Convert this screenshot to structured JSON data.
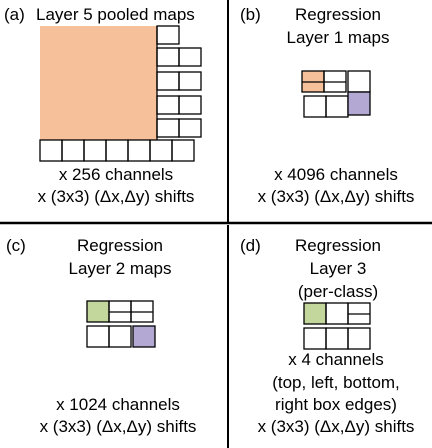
{
  "colors": {
    "orange": "#f5c09a",
    "green": "#c3d69b",
    "purple": "#b3a8d4",
    "line": "#000000",
    "background": "#ffffff"
  },
  "panels": {
    "a": {
      "label": "(a)",
      "title": "Layer 5 pooled maps",
      "caption_line1": "x 256 channels",
      "caption_line2": "x (3x3) (Δx,Δy) shifts"
    },
    "b": {
      "label": "(b)",
      "title_line1": "Regression",
      "title_line2": "Layer 1 maps",
      "caption_line1": "x 4096 channels",
      "caption_line2": "x (3x3) (Δx,Δy) shifts"
    },
    "c": {
      "label": "(c)",
      "title_line1": "Regression",
      "title_line2": "Layer 2 maps",
      "caption_line1": "x 1024 channels",
      "caption_line2": "x (3x3) (Δx,Δy) shifts"
    },
    "d": {
      "label": "(d)",
      "title_line1": "Regression",
      "title_line2": "Layer 3",
      "title_line3": "(per-class)",
      "caption_line1": "x 4 channels",
      "caption_line2": "(top, left, bottom,",
      "caption_line3": "right box edges)",
      "caption_line4": "x (3x3) (Δx,Δy) shifts"
    }
  }
}
